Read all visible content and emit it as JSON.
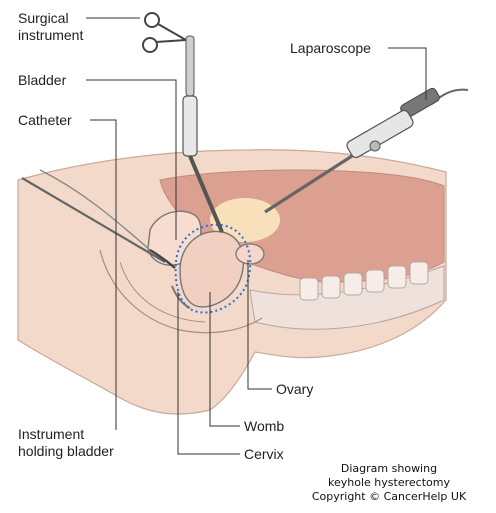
{
  "labels": {
    "surgical_instrument_line1": "Surgical",
    "surgical_instrument_line2": "instrument",
    "bladder": "Bladder",
    "catheter": "Catheter",
    "laparoscope": "Laparoscope",
    "ovary": "Ovary",
    "womb": "Womb",
    "cervix": "Cervix",
    "instrument_holding_bladder_line1": "Instrument",
    "instrument_holding_bladder_line2": "holding bladder"
  },
  "caption": {
    "line1": "Diagram showing",
    "line2": "keyhole hysterectomy",
    "line3": "Copyright © CancerHelp UK"
  },
  "colors": {
    "skin": "#f3d9c9",
    "abdomen_cavity": "#dba08f",
    "cavity_light": "#fbe7c0",
    "organ_outline": "#777777",
    "organ_fill": "#f6ddd0",
    "instrument_gray": "#9a9a9a",
    "dotted_line": "#2f6fd6"
  }
}
